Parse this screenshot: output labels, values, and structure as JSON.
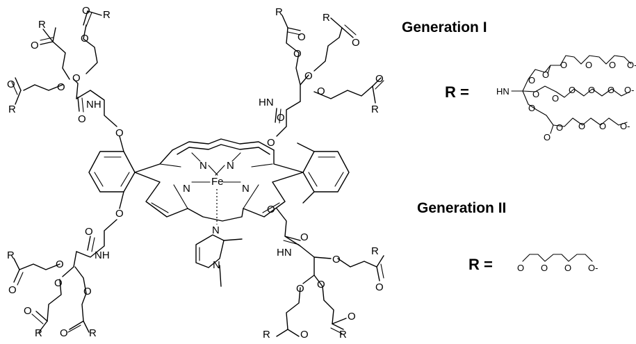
{
  "labels": {
    "generation_1": "Generation I",
    "generation_2": "Generation II",
    "r_equals": "R =",
    "iron": "Fe",
    "nitrogen": "N",
    "oxygen": "O",
    "r_group": "R",
    "amide_nh": "NH",
    "amide_hn": "HN",
    "methoxy_end": "O-"
  }
}
